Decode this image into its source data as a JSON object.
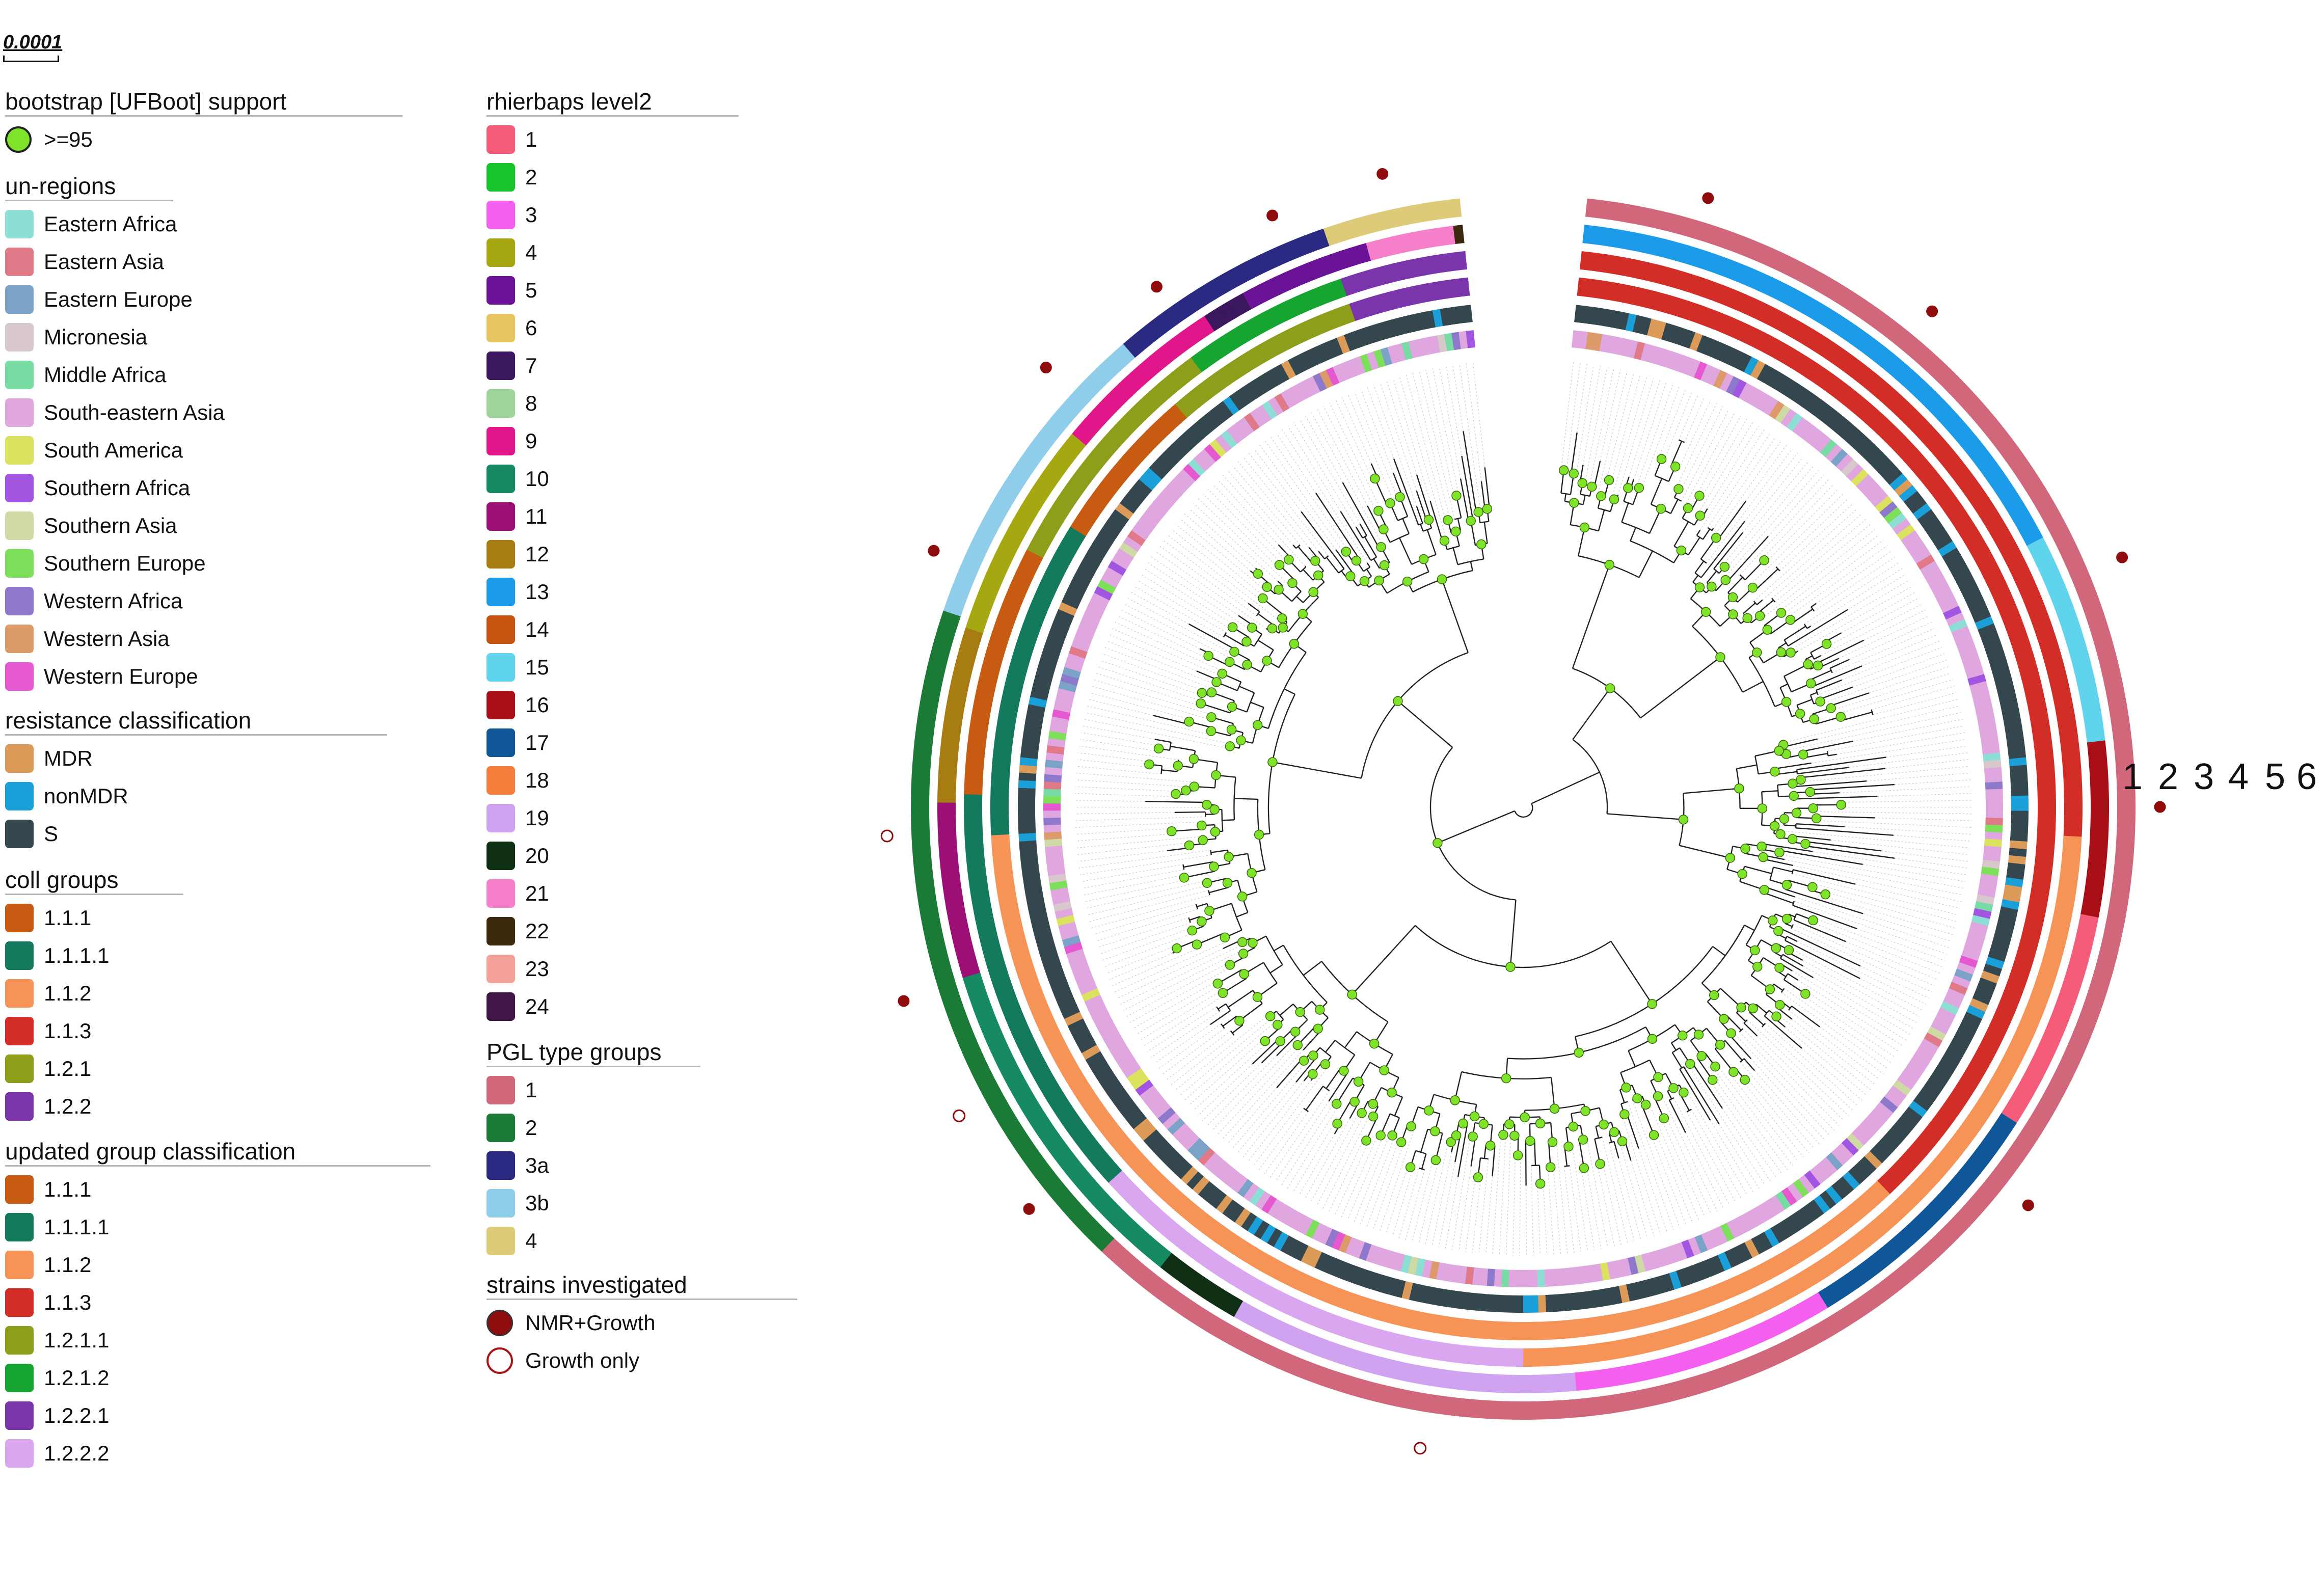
{
  "scale_bar": "0.0001",
  "legends": {
    "bootstrap": {
      "title": "bootstrap [UFBoot] support",
      "items": [
        {
          "label": ">=95",
          "color": "#7fe32a"
        }
      ]
    },
    "un_regions": {
      "title": "un-regions",
      "items": [
        {
          "label": "Eastern Africa",
          "color": "#8ddfd5"
        },
        {
          "label": "Eastern Asia",
          "color": "#e07a88"
        },
        {
          "label": "Eastern Europe",
          "color": "#7ba3c7"
        },
        {
          "label": "Micronesia",
          "color": "#d8c8cc"
        },
        {
          "label": "Middle Africa",
          "color": "#77dba4"
        },
        {
          "label": "South-eastern Asia",
          "color": "#dfa6e0"
        },
        {
          "label": "South America",
          "color": "#dbe35e"
        },
        {
          "label": "Southern Africa",
          "color": "#a155e0"
        },
        {
          "label": "Southern Asia",
          "color": "#cfd9a5"
        },
        {
          "label": "Southern Europe",
          "color": "#7ee05a"
        },
        {
          "label": "Western Africa",
          "color": "#8e78cb"
        },
        {
          "label": "Western Asia",
          "color": "#dd9b6b"
        },
        {
          "label": "Western Europe",
          "color": "#e558cf"
        }
      ]
    },
    "resistance": {
      "title": "resistance classification",
      "items": [
        {
          "label": "MDR",
          "color": "#dd9b5a"
        },
        {
          "label": "nonMDR",
          "color": "#1b9fd8"
        },
        {
          "label": "S",
          "color": "#34474e"
        }
      ]
    },
    "coll_groups": {
      "title": "coll groups",
      "items": [
        {
          "label": "1.1.1",
          "color": "#c85b12"
        },
        {
          "label": "1.1.1.1",
          "color": "#137a5d"
        },
        {
          "label": "1.1.2",
          "color": "#f69458"
        },
        {
          "label": "1.1.3",
          "color": "#d32d28"
        },
        {
          "label": "1.2.1",
          "color": "#8e9e1b"
        },
        {
          "label": "1.2.2",
          "color": "#7a35aa"
        }
      ]
    },
    "updated_groups": {
      "title": "updated group classification",
      "items": [
        {
          "label": "1.1.1",
          "color": "#c85b12"
        },
        {
          "label": "1.1.1.1",
          "color": "#137a5d"
        },
        {
          "label": "1.1.2",
          "color": "#f69458"
        },
        {
          "label": "1.1.3",
          "color": "#d32d28"
        },
        {
          "label": "1.2.1.1",
          "color": "#8e9e1b"
        },
        {
          "label": "1.2.1.2",
          "color": "#16a531"
        },
        {
          "label": "1.2.2.1",
          "color": "#7a35aa"
        },
        {
          "label": "1.2.2.2",
          "color": "#dba6f0"
        }
      ]
    },
    "rhierbaps": {
      "title": "rhierbaps level2",
      "items": [
        {
          "label": "1",
          "color": "#f55c7a"
        },
        {
          "label": "2",
          "color": "#16c42b"
        },
        {
          "label": "3",
          "color": "#f55ff0"
        },
        {
          "label": "4",
          "color": "#a6a812"
        },
        {
          "label": "5",
          "color": "#6b1397"
        },
        {
          "label": "6",
          "color": "#e6c45f"
        },
        {
          "label": "7",
          "color": "#3b1760"
        },
        {
          "label": "8",
          "color": "#9ed59a"
        },
        {
          "label": "9",
          "color": "#e0168a"
        },
        {
          "label": "10",
          "color": "#168b62"
        },
        {
          "label": "11",
          "color": "#9c1076"
        },
        {
          "label": "12",
          "color": "#a67c13"
        },
        {
          "label": "13",
          "color": "#1b9be8"
        },
        {
          "label": "14",
          "color": "#c4540f"
        },
        {
          "label": "15",
          "color": "#5fd4ec"
        },
        {
          "label": "16",
          "color": "#a80f16"
        },
        {
          "label": "17",
          "color": "#0f5799"
        },
        {
          "label": "18",
          "color": "#f57e3c"
        },
        {
          "label": "19",
          "color": "#cfa3f0"
        },
        {
          "label": "20",
          "color": "#0f2f14"
        },
        {
          "label": "21",
          "color": "#f57fcb"
        },
        {
          "label": "22",
          "color": "#3d2a0c"
        },
        {
          "label": "23",
          "color": "#f5a39a"
        },
        {
          "label": "24",
          "color": "#3f1646"
        }
      ]
    },
    "pgl": {
      "title": "PGL type groups",
      "items": [
        {
          "label": "1",
          "color": "#d1677a"
        },
        {
          "label": "2",
          "color": "#1b7a35"
        },
        {
          "label": "3a",
          "color": "#2b2a82"
        },
        {
          "label": "3b",
          "color": "#8fcdeb"
        },
        {
          "label": "4",
          "color": "#ddcb7a"
        }
      ]
    },
    "strains": {
      "title": "strains investigated",
      "items": [
        {
          "label": "NMR+Growth",
          "style": "filled",
          "color": "#8e0c0c"
        },
        {
          "label": "Growth only",
          "style": "hollow",
          "color": "#a81414"
        }
      ]
    }
  },
  "ring_labels": [
    "1",
    "2",
    "3",
    "4",
    "5",
    "6"
  ],
  "colors": {
    "branch": "#222222",
    "node": "#7fe32a",
    "node_stroke": "#3a6a10",
    "leader": "#c8c8c8",
    "strain": "#8e0c0c"
  }
}
